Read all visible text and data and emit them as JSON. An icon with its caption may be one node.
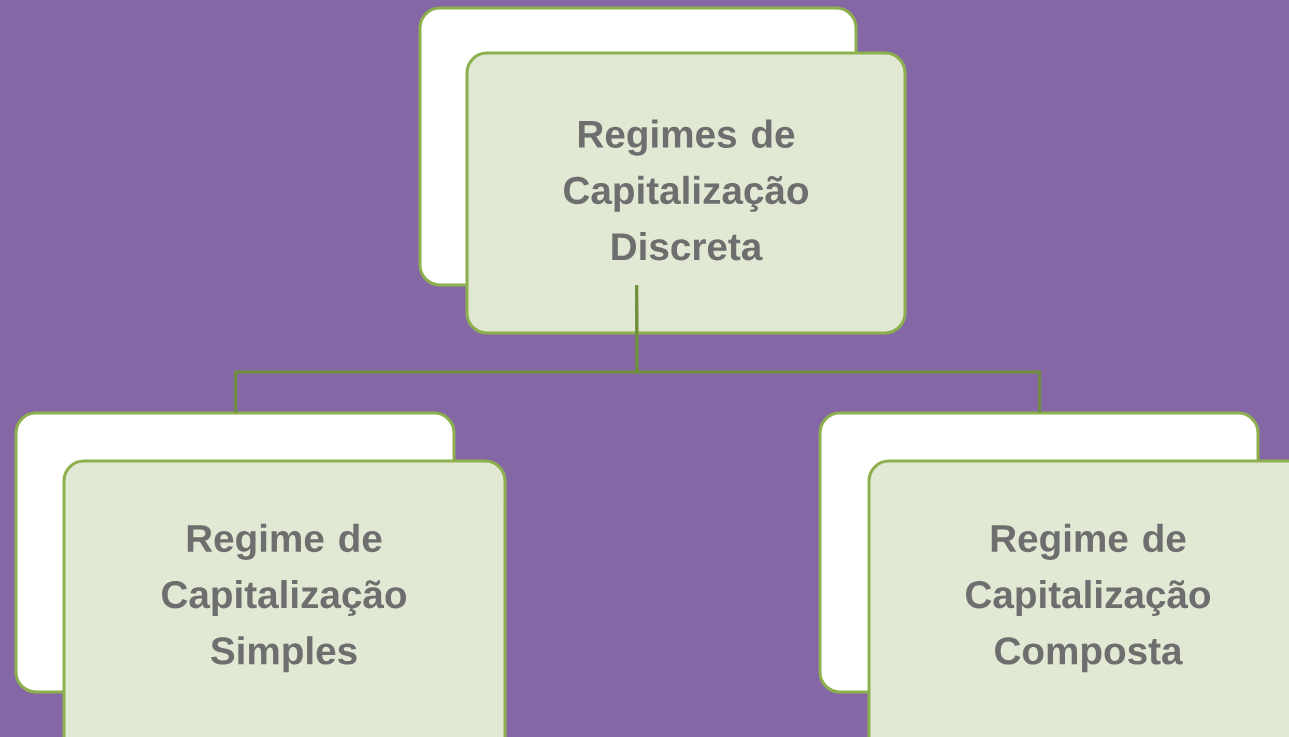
{
  "diagram": {
    "nodes": [
      {
        "text": [
          "Regimes de Capitalização Discreta"
        ]
      },
      {
        "text": [
          "Regime de Capitalização Simples"
        ]
      },
      {
        "text": [
          "Regime de Capitalização Composta"
        ]
      }
    ],
    "edges": [
      {
        "from": 0,
        "to": 1,
        "arrow": "none"
      },
      {
        "from": 0,
        "to": 2,
        "arrow": "none"
      }
    ]
  }
}
